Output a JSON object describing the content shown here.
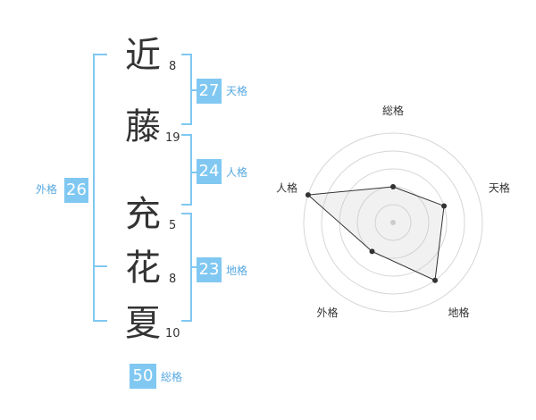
{
  "name": {
    "chars": [
      {
        "char": "近",
        "strokes": "8"
      },
      {
        "char": "藤",
        "strokes": "19"
      },
      {
        "char": "充",
        "strokes": "5"
      },
      {
        "char": "花",
        "strokes": "8"
      },
      {
        "char": "夏",
        "strokes": "10"
      }
    ]
  },
  "kaku": {
    "tenkaku": {
      "value": "27",
      "label": "天格"
    },
    "jinkaku": {
      "value": "24",
      "label": "人格"
    },
    "chikaku": {
      "value": "23",
      "label": "地格"
    },
    "gaikaku": {
      "value": "26",
      "label": "外格"
    },
    "soukaku": {
      "value": "50",
      "label": "総格"
    }
  },
  "colors": {
    "accent": "#80c8f2",
    "label": "#57a8e0",
    "text": "#333333"
  },
  "chart_data": {
    "type": "radar",
    "axes": [
      "総格",
      "天格",
      "地格",
      "外格",
      "人格"
    ],
    "values": [
      2,
      3,
      4,
      2,
      5
    ],
    "max": 5
  }
}
